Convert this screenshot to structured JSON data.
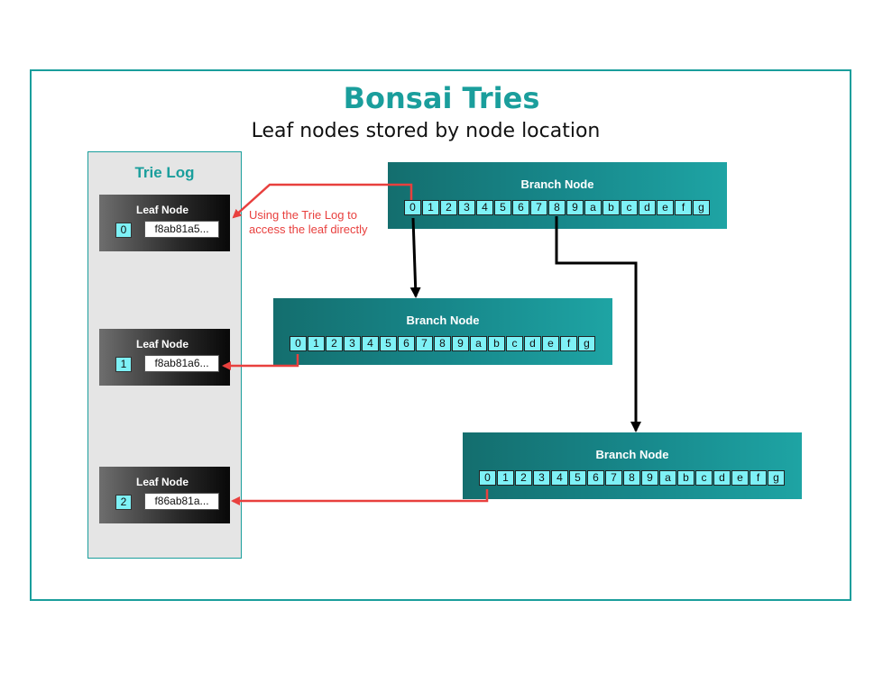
{
  "title": "Bonsai Tries",
  "subtitle": "Leaf nodes stored by node location",
  "trie_log": {
    "title": "Trie Log",
    "leaves": [
      {
        "label": "Leaf Node",
        "index": "0",
        "value": "f8ab81a5..."
      },
      {
        "label": "Leaf Node",
        "index": "1",
        "value": "f8ab81a6..."
      },
      {
        "label": "Leaf Node",
        "index": "2",
        "value": "f86ab81a..."
      }
    ]
  },
  "branches": [
    {
      "label": "Branch Node"
    },
    {
      "label": "Branch Node"
    },
    {
      "label": "Branch Node"
    }
  ],
  "slot_labels": [
    "0",
    "1",
    "2",
    "3",
    "4",
    "5",
    "6",
    "7",
    "8",
    "9",
    "a",
    "b",
    "c",
    "d",
    "e",
    "f",
    "g"
  ],
  "annotation": "Using the Trie Log to access the leaf directly",
  "colors": {
    "accent": "#1a9e9c",
    "slot": "#7ef1f6",
    "arrow_red": "#e8403e",
    "arrow_black": "#000000"
  }
}
